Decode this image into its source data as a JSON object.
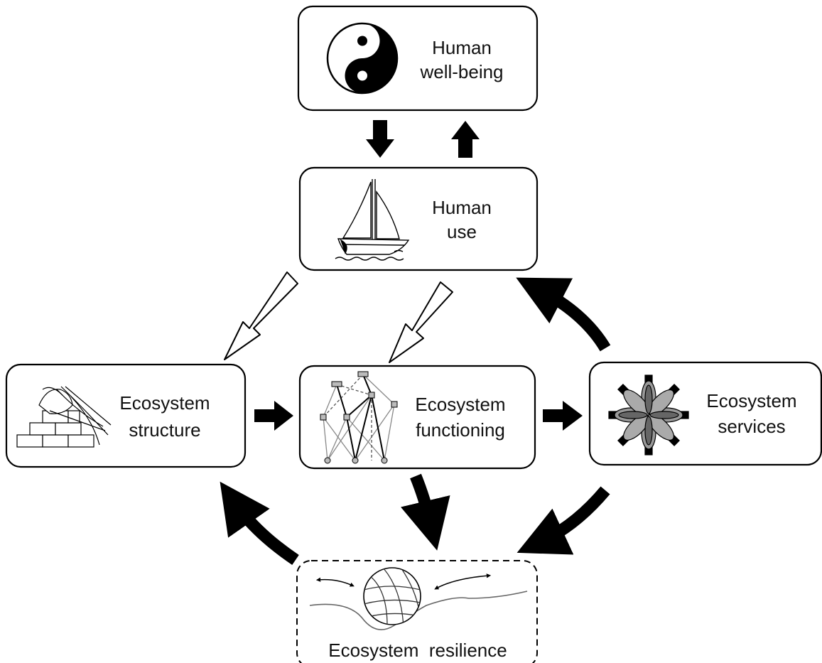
{
  "nodes": {
    "well_being": {
      "line1": "Human",
      "line2": "well-being",
      "icon": "yin-yang-icon"
    },
    "human_use": {
      "line1": "Human",
      "line2": "use",
      "icon": "sailboat-icon"
    },
    "structure": {
      "line1": "Ecosystem",
      "line2": "structure",
      "icon": "brick-wall-icon"
    },
    "functioning": {
      "line1": "Ecosystem",
      "line2": "functioning",
      "icon": "food-web-icon"
    },
    "services": {
      "line1": "Ecosystem",
      "line2": "services",
      "icon": "flower-icon"
    },
    "resilience": {
      "label": "Ecosystem  resilience",
      "icon": "ball-in-valley-icon"
    }
  },
  "links": [
    {
      "from": "Human well-being",
      "to": "Human use",
      "style": "solid"
    },
    {
      "from": "Human use",
      "to": "Human well-being",
      "style": "solid"
    },
    {
      "from": "Human use",
      "to": "Ecosystem structure",
      "style": "open"
    },
    {
      "from": "Human use",
      "to": "Ecosystem functioning",
      "style": "open"
    },
    {
      "from": "Ecosystem services",
      "to": "Human use",
      "style": "solid"
    },
    {
      "from": "Ecosystem structure",
      "to": "Ecosystem functioning",
      "style": "solid"
    },
    {
      "from": "Ecosystem functioning",
      "to": "Ecosystem services",
      "style": "solid"
    },
    {
      "from": "Ecosystem functioning",
      "to": "Ecosystem resilience",
      "style": "solid"
    },
    {
      "from": "Ecosystem services",
      "to": "Ecosystem resilience",
      "style": "solid"
    },
    {
      "from": "Ecosystem resilience",
      "to": "Ecosystem structure",
      "style": "solid"
    }
  ]
}
